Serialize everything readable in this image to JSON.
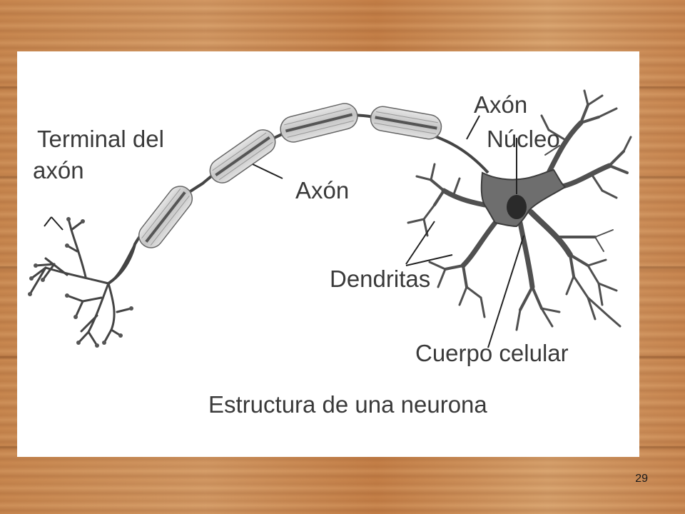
{
  "diagram": {
    "labels": {
      "terminal_line1": "Terminal del",
      "terminal_line2": "axón",
      "axon_middle": "Axón",
      "axon_top": "Axón",
      "nucleus": "Núcleo",
      "dendrites": "Dendritas",
      "cell_body": "Cuerpo celular"
    },
    "caption": "Estructura de una neurona",
    "colors": {
      "cell_body": "#6e6e6e",
      "nucleus": "#2a2a2a",
      "myelin_fill": "#c9c9c9",
      "myelin_stripe": "#5a5a5a",
      "line": "#333333"
    }
  },
  "slide": {
    "page_number": "29"
  }
}
